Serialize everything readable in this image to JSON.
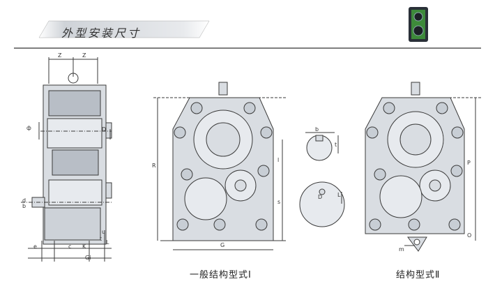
{
  "banner": {
    "title": "外型安装尺寸"
  },
  "captions": {
    "type1": "一般结构型式Ⅰ",
    "type2": "结构型式Ⅱ"
  },
  "labels": {
    "side": {
      "z_left": "Z",
      "z_right": "Z",
      "phi": "ф",
      "D": "D",
      "d": "d",
      "b": "b",
      "u": "u",
      "L": "L",
      "t": "t",
      "e": "e",
      "c": "c",
      "K": "K",
      "Gi": "Gi"
    },
    "front": {
      "R": "R",
      "l": "l",
      "s": "s",
      "G": "G",
      "b": "b",
      "t": "t",
      "D": "D",
      "L": "L"
    },
    "front2": {
      "P": "P",
      "O": "O",
      "m": "m"
    }
  },
  "colors": {
    "line": "#3a3a3a",
    "fill": "#d9dde2",
    "shade": "#b8bec6",
    "banner_grad": "#cfd3d8"
  }
}
